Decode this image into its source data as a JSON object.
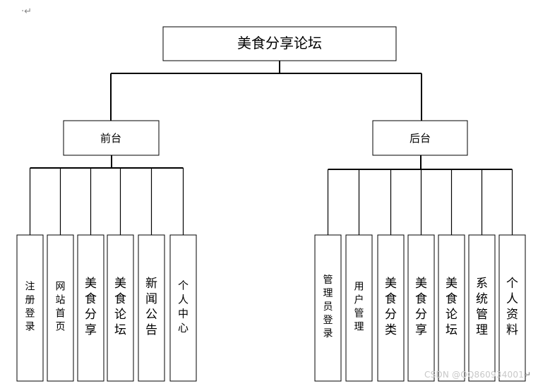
{
  "para_mark": "·↵",
  "root": {
    "label": "美食分享论坛"
  },
  "branches": [
    {
      "label": "前台",
      "leaves": [
        "注册登录",
        "网站首页",
        "美食分享",
        "美食论坛",
        "新闻公告",
        "个人中心"
      ]
    },
    {
      "label": "后台",
      "leaves": [
        "管理员登录",
        "用户管理",
        "美食分类",
        "美食分享",
        "美食论坛",
        "系统管理",
        "个人资料"
      ]
    }
  ],
  "watermark": "CSDN @QQ860934001",
  "watermark_mark": "↵"
}
